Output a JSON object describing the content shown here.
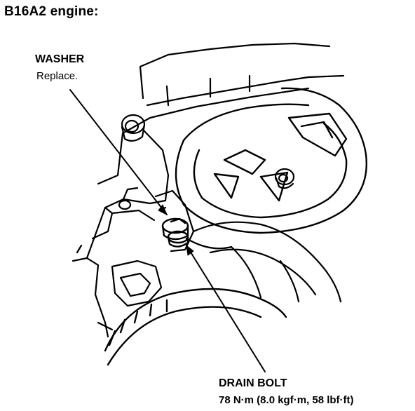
{
  "figure": {
    "title": "B16A2 engine:"
  },
  "callouts": {
    "washer": {
      "heading": "WASHER",
      "note": "Replace."
    },
    "drain_bolt": {
      "heading": "DRAIN BOLT",
      "torque_spec": "78 N·m (8.0 kgf·m, 58 lbf·ft)"
    }
  },
  "colors": {
    "ink": "#000000",
    "paper": "#ffffff"
  }
}
